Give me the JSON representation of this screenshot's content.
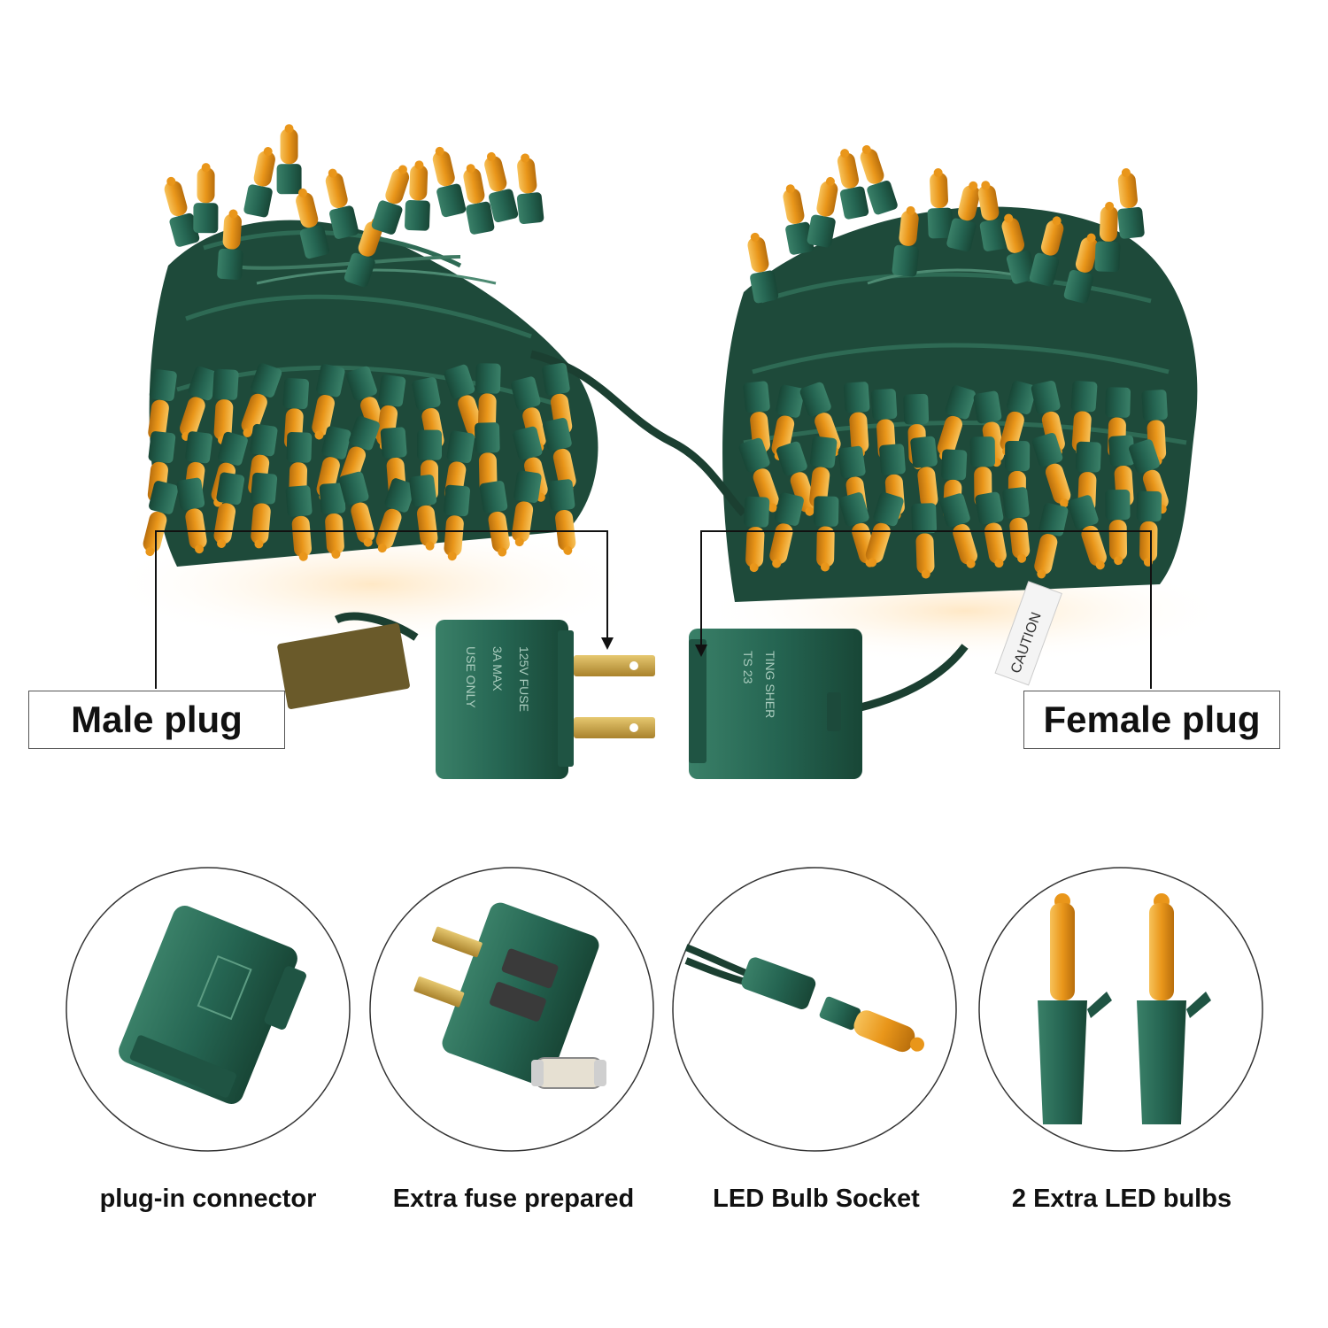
{
  "labels": {
    "male_plug": "Male plug",
    "female_plug": "Female plug"
  },
  "captions": [
    "plug-in connector",
    "Extra fuse prepared",
    "LED Bulb Socket",
    "2 Extra LED bulbs"
  ],
  "plug_text": {
    "male_fuse": "125V FUSE",
    "male_amps": "3A MAX",
    "male_use": "USE ONLY",
    "female_brand": "TING SHER",
    "female_model": "TS 23",
    "tag_caution": "CAUTION"
  },
  "colors": {
    "wire_green": "#1f4a3a",
    "socket_green": "#2c6e58",
    "bulb_amber": "#f0a020",
    "brass": "#c9a545",
    "leader_line": "#111111"
  }
}
